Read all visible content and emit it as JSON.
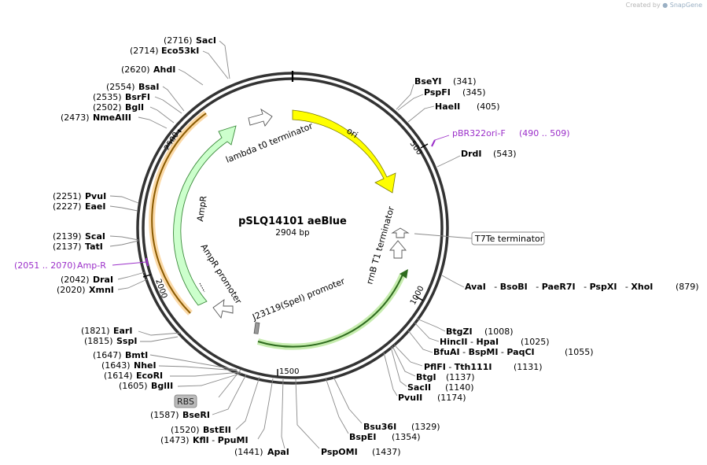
{
  "credit": {
    "prefix": "Created by",
    "brand": "SnapGene"
  },
  "plasmid": {
    "name": "pSLQ14101 aeBlue",
    "length_label": "2904 bp",
    "length": 2904
  },
  "ticks": [
    "500",
    "1000",
    "1500",
    "2000",
    "2500"
  ],
  "features": [
    {
      "id": "ori",
      "label": "ori",
      "color": "#ffff00"
    },
    {
      "id": "rrnb",
      "label": "rrnB T1 terminator",
      "color": "#ffffff"
    },
    {
      "id": "j23119",
      "label": "J23119(SpeI) promoter",
      "color": "#ffffff"
    },
    {
      "id": "green",
      "label": "",
      "color": "#b6e07a"
    },
    {
      "id": "ampr",
      "label": "AmpR",
      "color": "#ccffcc"
    },
    {
      "id": "ampr_prom",
      "label": "AmpR promoter",
      "color": "#ffffff"
    },
    {
      "id": "lambda",
      "label": "lambda t0 terminator",
      "color": "#ffffff"
    },
    {
      "id": "orange",
      "label": "",
      "color": "#f5a623"
    }
  ],
  "boxed_labels": {
    "t7te": "T7Te terminator",
    "rbs": "RBS"
  },
  "primers": [
    {
      "name": "pBR322ori-F",
      "range": "(490 .. 509)"
    },
    {
      "name": "Amp-R",
      "range": "(2051 .. 2070)"
    }
  ],
  "sites_right": [
    {
      "parts": [
        "BseYI"
      ],
      "pos": "(341)"
    },
    {
      "parts": [
        "PspFI"
      ],
      "pos": "(345)"
    },
    {
      "parts": [
        "HaeII"
      ],
      "pos": "(405)"
    },
    {
      "parts": [
        "DrdI"
      ],
      "pos": "(543)"
    },
    {
      "parts": [
        "AvaI",
        "BsoBI",
        "PaeR7I",
        "PspXI",
        "XhoI"
      ],
      "pos": "(879)"
    },
    {
      "parts": [
        "BtgZI"
      ],
      "pos": "(1008)"
    },
    {
      "parts": [
        "HincII",
        "HpaI"
      ],
      "pos": "(1025)"
    },
    {
      "parts": [
        "BfuAI",
        "BspMI",
        "PaqCI"
      ],
      "pos": "(1055)"
    },
    {
      "parts": [
        "PflFI",
        "Tth111I"
      ],
      "pos": "(1131)"
    },
    {
      "parts": [
        "BtgI"
      ],
      "pos": "(1137)"
    },
    {
      "parts": [
        "SacII"
      ],
      "pos": "(1140)"
    },
    {
      "parts": [
        "PvuII"
      ],
      "pos": "(1174)"
    },
    {
      "parts": [
        "Bsu36I"
      ],
      "pos": "(1329)"
    },
    {
      "parts": [
        "BspEI"
      ],
      "pos": "(1354)"
    },
    {
      "parts": [
        "PspOMI"
      ],
      "pos": "(1437)"
    }
  ],
  "sites_left": [
    {
      "parts": [
        "SacI"
      ],
      "pos": "(2716)"
    },
    {
      "parts": [
        "Eco53kI"
      ],
      "pos": "(2714)"
    },
    {
      "parts": [
        "AhdI"
      ],
      "pos": "(2620)"
    },
    {
      "parts": [
        "BsaI"
      ],
      "pos": "(2554)"
    },
    {
      "parts": [
        "BsrFI"
      ],
      "pos": "(2535)"
    },
    {
      "parts": [
        "BglI"
      ],
      "pos": "(2502)"
    },
    {
      "parts": [
        "NmeAIII"
      ],
      "pos": "(2473)"
    },
    {
      "parts": [
        "PvuI"
      ],
      "pos": "(2251)"
    },
    {
      "parts": [
        "EaeI"
      ],
      "pos": "(2227)"
    },
    {
      "parts": [
        "ScaI"
      ],
      "pos": "(2139)"
    },
    {
      "parts": [
        "TatI"
      ],
      "pos": "(2137)"
    },
    {
      "parts": [
        "DraI"
      ],
      "pos": "(2042)"
    },
    {
      "parts": [
        "XmnI"
      ],
      "pos": "(2020)"
    },
    {
      "parts": [
        "EarI"
      ],
      "pos": "(1821)"
    },
    {
      "parts": [
        "SspI"
      ],
      "pos": "(1815)"
    },
    {
      "parts": [
        "BmtI"
      ],
      "pos": "(1647)"
    },
    {
      "parts": [
        "NheI"
      ],
      "pos": "(1643)"
    },
    {
      "parts": [
        "EcoRI"
      ],
      "pos": "(1614)"
    },
    {
      "parts": [
        "BglII"
      ],
      "pos": "(1605)"
    },
    {
      "parts": [
        "BseRI"
      ],
      "pos": "(1587)"
    },
    {
      "parts": [
        "BstEII"
      ],
      "pos": "(1520)"
    },
    {
      "parts": [
        "KflI",
        "PpuMI"
      ],
      "pos": "(1473)"
    },
    {
      "parts": [
        "ApaI"
      ],
      "pos": "(1441)"
    }
  ]
}
